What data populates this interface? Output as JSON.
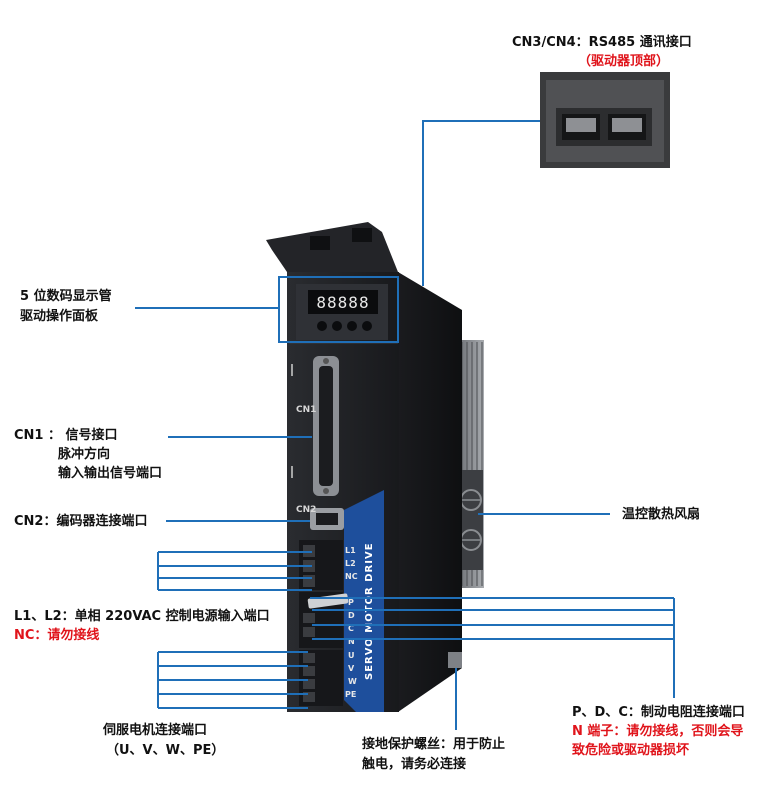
{
  "labels": {
    "rs485_title": "CN3/CN4：RS485 通讯接口",
    "rs485_note": "（驱动器顶部）",
    "display_line1": "5 位数码显示管",
    "display_line2": "驱动操作面板",
    "cn1_line1": "CN1 ： 信号接口",
    "cn1_line2": "脉冲方向",
    "cn1_line3": "输入输出信号端口",
    "cn2": "CN2：编码器连接端口",
    "fan": "温控散热风扇",
    "power_line1": "L1、L2：单相 220VAC 控制电源输入端口",
    "power_nc": "NC：请勿接线",
    "motor_line1": "伺服电机连接端口",
    "motor_line2": "（U、V、W、PE）",
    "ground_line1": "接地保护螺丝：用于防止",
    "ground_line2": "触电，请务必连接",
    "brake_line1": "P、D、C：制动电阻连接端口",
    "brake_line2": "N 端子：请勿接线，否则会导",
    "brake_line3": "致危险或驱动器损坏"
  },
  "device": {
    "display_digits": "88888",
    "cn1_mark": "CN1",
    "cn2_mark": "CN2",
    "brand_strip": "SERVO MOTOR DRIVE",
    "terminals_top": [
      "L1",
      "L2",
      "NC"
    ],
    "terminals_mid": [
      "P",
      "D",
      "C",
      "N"
    ],
    "terminals_bottom": [
      "U",
      "V",
      "W",
      "PE"
    ]
  },
  "colors": {
    "callout_line": "#1f6fb8",
    "warning_text": "#e0141b",
    "device_body": "#202226",
    "brand_strip": "#1e4f9c"
  }
}
